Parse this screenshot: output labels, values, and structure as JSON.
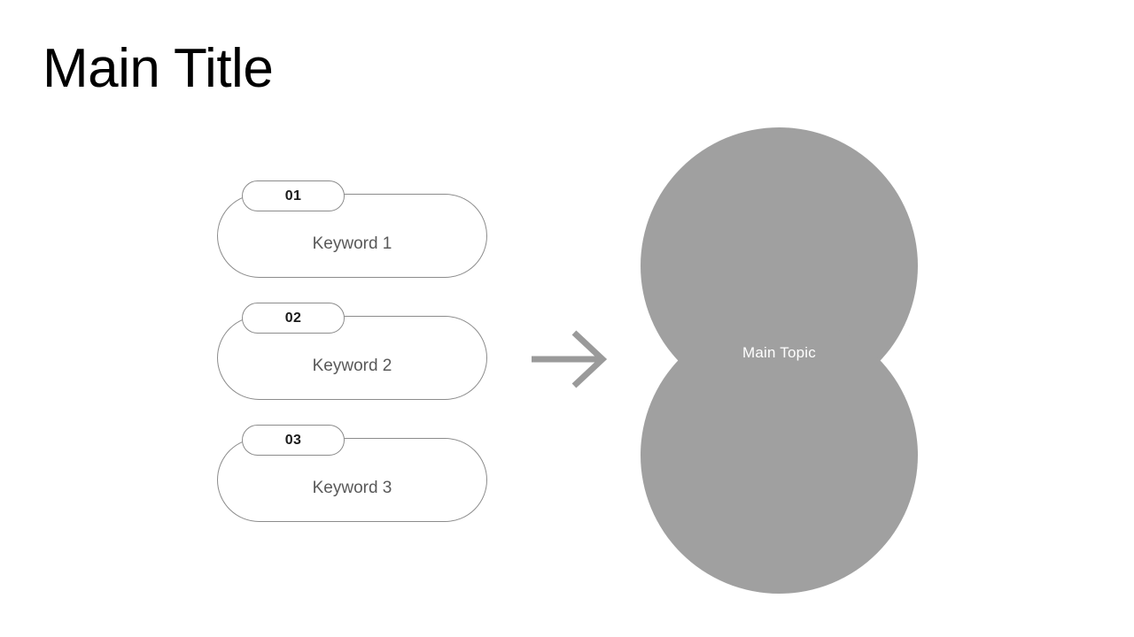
{
  "slide": {
    "title": "Main Title",
    "background_color": "#ffffff"
  },
  "cards": [
    {
      "number": "01",
      "label": "Keyword 1"
    },
    {
      "number": "02",
      "label": "Keyword 2"
    },
    {
      "number": "03",
      "label": "Keyword 3"
    }
  ],
  "arrow": {
    "icon": "arrow-right-icon",
    "color": "#9a9a9a"
  },
  "topic": {
    "label": "Main Topic",
    "fill_color": "#a0a0a0",
    "text_color": "#ffffff"
  },
  "colors": {
    "title_text": "#000000",
    "card_border": "#8c8c8c",
    "card_fill": "#ffffff",
    "card_label_text": "#595959",
    "badge_text": "#1a1a1a",
    "arrow": "#9a9a9a",
    "circle_fill": "#a0a0a0"
  }
}
